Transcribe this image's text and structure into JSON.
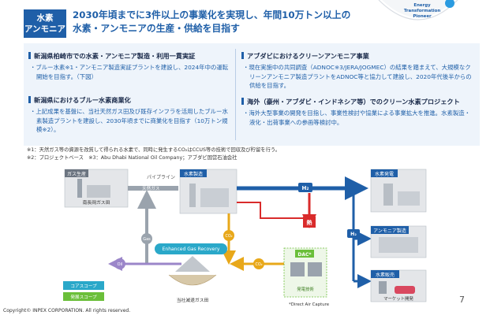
{
  "header": {
    "tag": [
      "水素",
      "アンモニア"
    ],
    "headline": [
      "2030年頃までに3件以上の事業化を実現し、年間10万トン以上の",
      "水素・アンモニアの生産・供給を目指す"
    ]
  },
  "logo": {
    "lines": [
      "Energy",
      "Transformation",
      "Pioneer"
    ]
  },
  "sections": [
    {
      "title": "新潟県柏崎市での水素・アンモニア製造・利用一貫実証",
      "body": "・ブルー水素※1・アンモニア製造実証プラントを建設し、2024年中の運転開始を目指す。（下図）"
    },
    {
      "title": "新潟県におけるブルー水素商業化",
      "body": "・上記成果を基盤に、当社天然ガス田及び既存インフラを活用したブルー水素製造プラントを建設し、2030年頃までに商業化を目指す（10万トン規模※2）。"
    },
    {
      "title": "アブダビにおけるクリーンアンモニア事業",
      "body": "・現在実施中の共同調査（ADNOC※3/JERA/JOGMEC）の結果を踏まえて、大規模なクリーンアンモニア製造プラントをADNOC等と協力して建設し、2020年代後半からの供給を目指す。"
    },
    {
      "title": "海外（豪州・アブダビ・インドネシア等）でのクリーン水素プロジェクト",
      "body": "・海外大型事業の開発を目指し、事業性検討や協業による事業拡大を推進。水素製造・液化・出荷事業への参画等検討中。"
    }
  ],
  "notes": [
    "※1：天然ガス等の資源を改質して得られる水素で、同時に発生するCO₂はCCUS等の技術で回収及び貯留を行う。",
    "※2：プロジェクトベース　※3：Abu Dhabi National Oil Company；アブダビ国営石油会社"
  ],
  "diagram": {
    "gas_plant_title": "ガス生産",
    "gas_plant_name": "南長岡ガス田",
    "pipeline": "パイプライン",
    "natural_gas": "天然ガス",
    "h2_plant": "水素製造",
    "h2_arrow": "H₂",
    "heat": "熱",
    "co2": "CO₂",
    "gas": "Gas",
    "oil": "Oil",
    "egr": "Enhanced Gas Recovery",
    "field": "当社減退ガス田",
    "dac": "DAC*",
    "dac_label": "発電技術",
    "dac_note": "*Direct Air Capture",
    "power": "水素発電",
    "ammonia": "アンモニア製造",
    "h2_station": "水素販売",
    "market": "マーケット開発",
    "legend_core": "コアスコープ",
    "legend_dev": "発展スコープ"
  },
  "colors": {
    "accent": "#1f5fa8",
    "red": "#d92b2b",
    "purple": "#9b86c9",
    "gold": "#e8a81a",
    "green": "#6bbf3a",
    "gray": "#9aa3ad",
    "teal": "#2aa8c9"
  },
  "footer": {
    "copyright": "Copyright© INPEX CORPORATION. All rights reserved.",
    "page": "7"
  }
}
